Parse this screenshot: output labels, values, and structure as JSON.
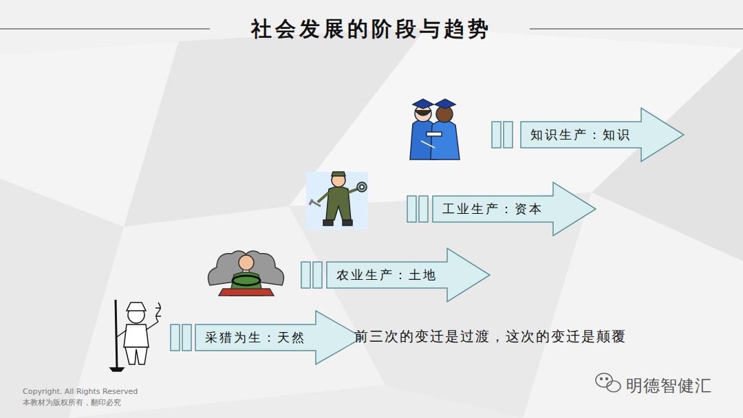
{
  "diagram": {
    "title": "社会发展的阶段与趋势",
    "nodes": [
      {
        "text": [
          "知识生产：知识"
        ]
      },
      {
        "text": [
          "工业生产：资本"
        ]
      },
      {
        "text": [
          "农业生产：土地"
        ]
      },
      {
        "text": [
          "采猎为生：天然"
        ]
      }
    ],
    "labels": [
      "前三次的变迁是过渡，这次的变迁是颠覆",
      "Copyright. All Rights Reserved",
      "本教材为版权所有，翻印必究",
      "明德智健汇"
    ]
  }
}
